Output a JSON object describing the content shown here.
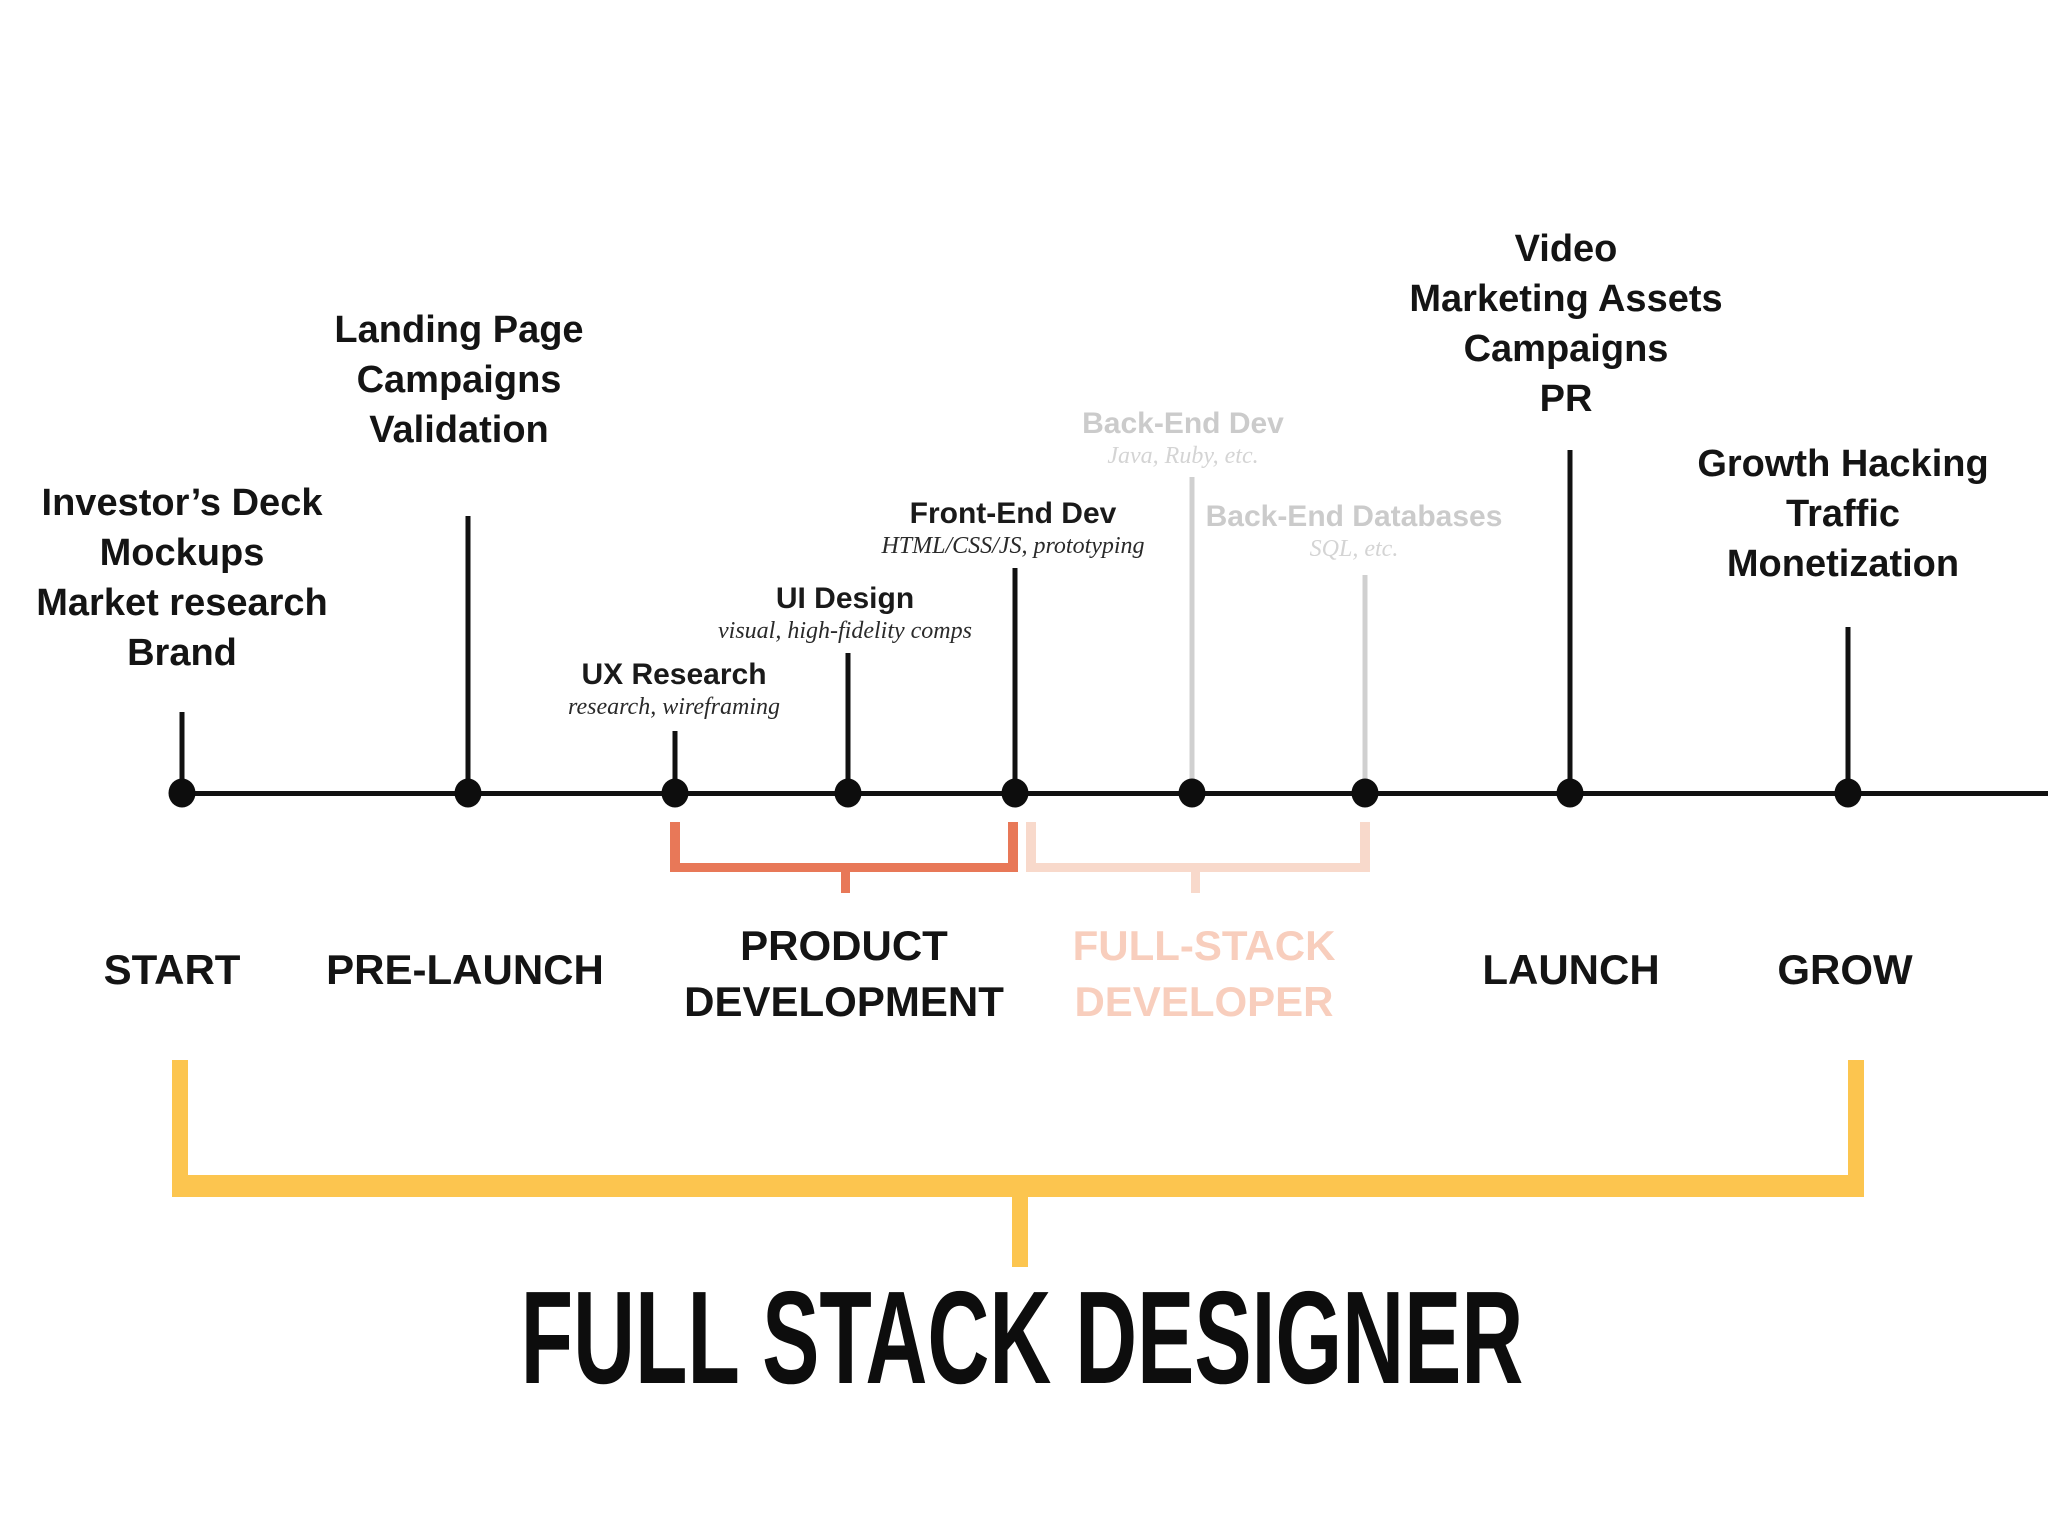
{
  "diagram_title": "FULL STACK DESIGNER",
  "phases": {
    "start": "START",
    "prelaunch": "PRE-LAUNCH",
    "product_dev": {
      "line1": "PRODUCT",
      "line2": "DEVELOPMENT"
    },
    "fullstack_dev": {
      "line1": "FULL-STACK",
      "line2": "DEVELOPER"
    },
    "launch": "LAUNCH",
    "grow": "GROW"
  },
  "notes": {
    "start": {
      "lines": [
        "Investor’s Deck",
        "Mockups",
        "Market research",
        "Brand"
      ]
    },
    "prelaunch": {
      "lines": [
        "Landing Page",
        "Campaigns",
        "Validation"
      ]
    },
    "launch": {
      "lines": [
        "Video",
        "Marketing Assets",
        "Campaigns",
        "PR"
      ]
    },
    "grow": {
      "lines": [
        "Growth Hacking",
        "Traffic",
        "Monetization"
      ]
    }
  },
  "tasks": {
    "ux": {
      "title": "UX Research",
      "detail": "research, wireframing"
    },
    "ui": {
      "title": "UI Design",
      "detail": "visual, high-fidelity comps"
    },
    "frontend": {
      "title": "Front-End Dev",
      "detail": "HTML/CSS/JS, prototyping"
    },
    "backend_dev": {
      "title": "Back-End Dev",
      "detail": "Java, Ruby, etc."
    },
    "backend_db": {
      "title": "Back-End Databases",
      "detail": "SQL, etc."
    }
  },
  "colors": {
    "ink": "#141414",
    "muted_gray_title": "#cbcbcb",
    "muted_gray_detail": "#d4d4d4",
    "designer_bracket_red": "#E87858",
    "developer_bracket_faded_pink": "#F8D9CB",
    "developer_text_faded_pink": "#F8CEBD",
    "designer_bracket_yellow": "#FCC54F"
  }
}
